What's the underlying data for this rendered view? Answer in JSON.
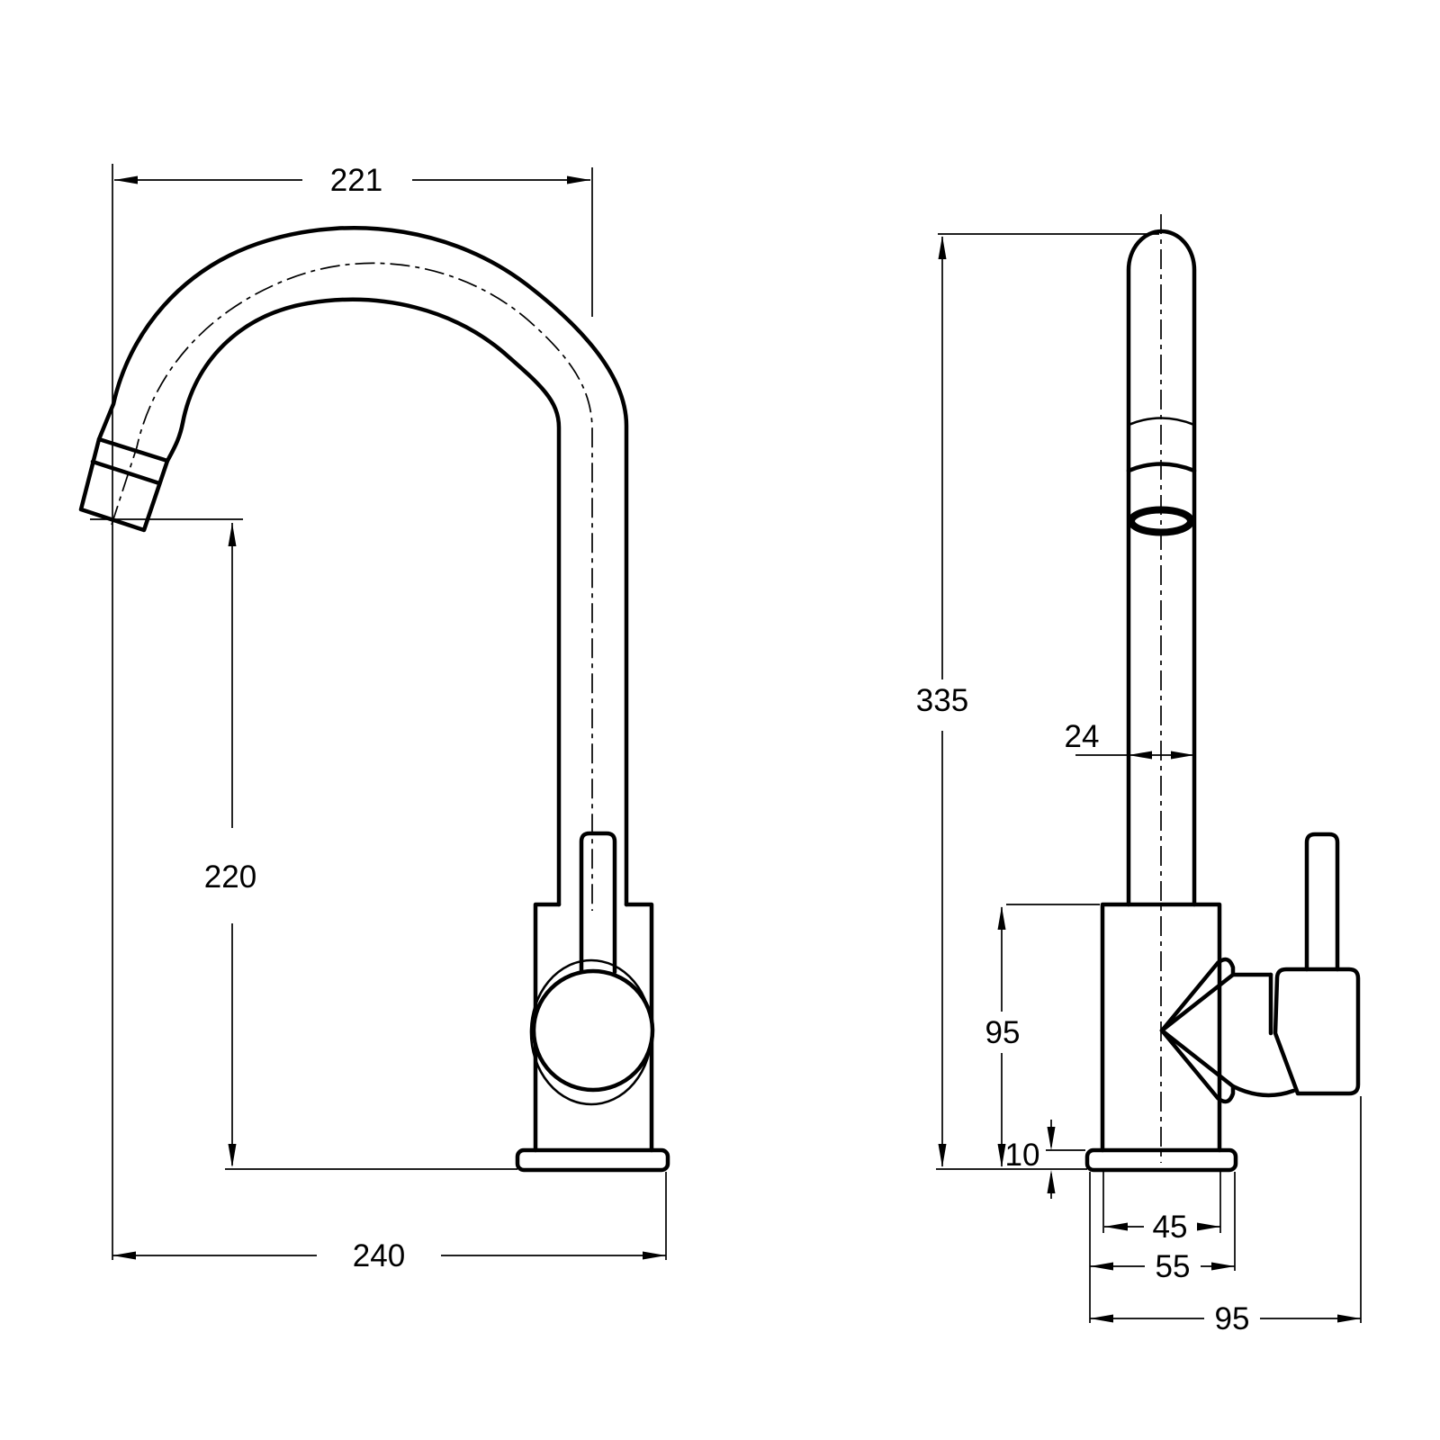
{
  "drawing": {
    "type": "technical-dimension-drawing",
    "subject": "single-lever kitchen mixer tap with gooseneck swivel spout, two orthographic views",
    "units": "mm",
    "background_color": "#ffffff",
    "line_color": "#000000",
    "views": {
      "side_view": {
        "name": "side profile view",
        "dimension_values": [
          "221",
          "220",
          "240"
        ]
      },
      "front_view": {
        "name": "front elevation view",
        "dimension_values": [
          "335",
          "24",
          "95",
          "10",
          "45",
          "55",
          "95"
        ]
      }
    },
    "dimensions": {
      "spout_reach": "221",
      "spout_outlet_height": "220",
      "overall_depth": "240",
      "overall_height": "335",
      "spout_tube_diameter": "24",
      "body_height_above_deck": "95",
      "base_plate_thickness": "10",
      "body_diameter": "45",
      "base_plate_diameter": "55",
      "handle_projection": "95"
    }
  }
}
